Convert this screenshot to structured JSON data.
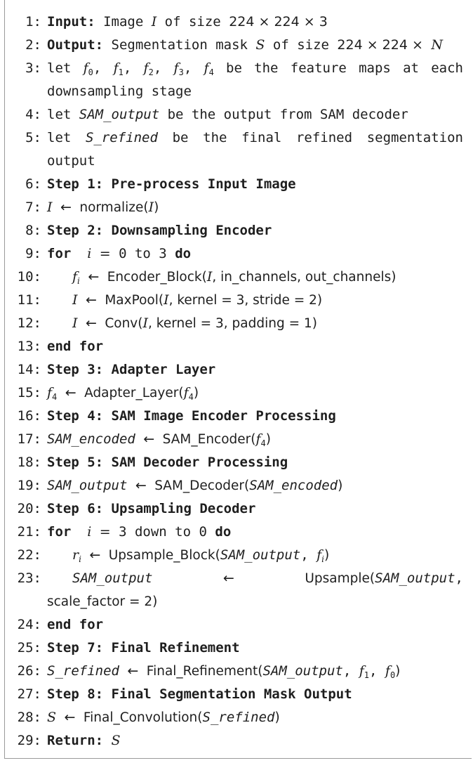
{
  "algorithm": {
    "lines": [
      {
        "n": "1:",
        "kw": "Input:",
        "text": " Image I of size 224 × 224 × 3"
      },
      {
        "n": "2:",
        "kw": "Output:",
        "text": " Segmentation mask S of size 224 × 224 × N"
      },
      {
        "n": "3:",
        "text": "let f0, f1, f2, f3, f4 be the feature maps at each downsampling stage"
      },
      {
        "n": "4:",
        "text": "let SAM_output be the output from SAM decoder"
      },
      {
        "n": "5:",
        "text": "let S_refined be the final refined segmentation output"
      },
      {
        "n": "6:",
        "kw": "Step 1: Pre-process Input Image"
      },
      {
        "n": "7:",
        "text": "I ← normalize(I)"
      },
      {
        "n": "8:",
        "kw": "Step 2: Downsampling Encoder"
      },
      {
        "n": "9:",
        "kw": "for",
        "text": " i = 0 to 3 ",
        "kw2": "do"
      },
      {
        "n": "10:",
        "text": "fi ← Encoder_Block(I, in_channels, out_channels)"
      },
      {
        "n": "11:",
        "text": "I ← MaxPool(I, kernel = 3, stride = 2)"
      },
      {
        "n": "12:",
        "text": "I ← Conv(I, kernel = 3, padding = 1)"
      },
      {
        "n": "13:",
        "kw": "end for"
      },
      {
        "n": "14:",
        "kw": "Step 3: Adapter Layer"
      },
      {
        "n": "15:",
        "text": "f4 ← Adapter_Layer(f4)"
      },
      {
        "n": "16:",
        "kw": "Step 4: SAM Image Encoder Processing"
      },
      {
        "n": "17:",
        "text": "SAM_encoded ← SAM_Encoder(f4)"
      },
      {
        "n": "18:",
        "kw": "Step 5: SAM Decoder Processing"
      },
      {
        "n": "19:",
        "text": "SAM_output ← SAM_Decoder(SAM_encoded)"
      },
      {
        "n": "20:",
        "kw": "Step 6: Upsampling Decoder"
      },
      {
        "n": "21:",
        "kw": "for",
        "text": " i = 3 down to 0 ",
        "kw2": "do"
      },
      {
        "n": "22:",
        "text": "ri ← Upsample_Block(SAM_output, fi)"
      },
      {
        "n": "23:",
        "text": "SAM_output ← Upsample(SAM_output, scale_factor = 2)"
      },
      {
        "n": "24:",
        "kw": "end for"
      },
      {
        "n": "25:",
        "kw": "Step 7: Final Refinement"
      },
      {
        "n": "26:",
        "text": "S_refined ← Final_Refinement(SAM_output, f1, f0)"
      },
      {
        "n": "27:",
        "kw": "Step 8: Final Segmentation Mask Output"
      },
      {
        "n": "28:",
        "text": "S ← Final_Convolution(S_refined)"
      },
      {
        "n": "29:",
        "kw": "Return:",
        "text": " S"
      }
    ]
  }
}
